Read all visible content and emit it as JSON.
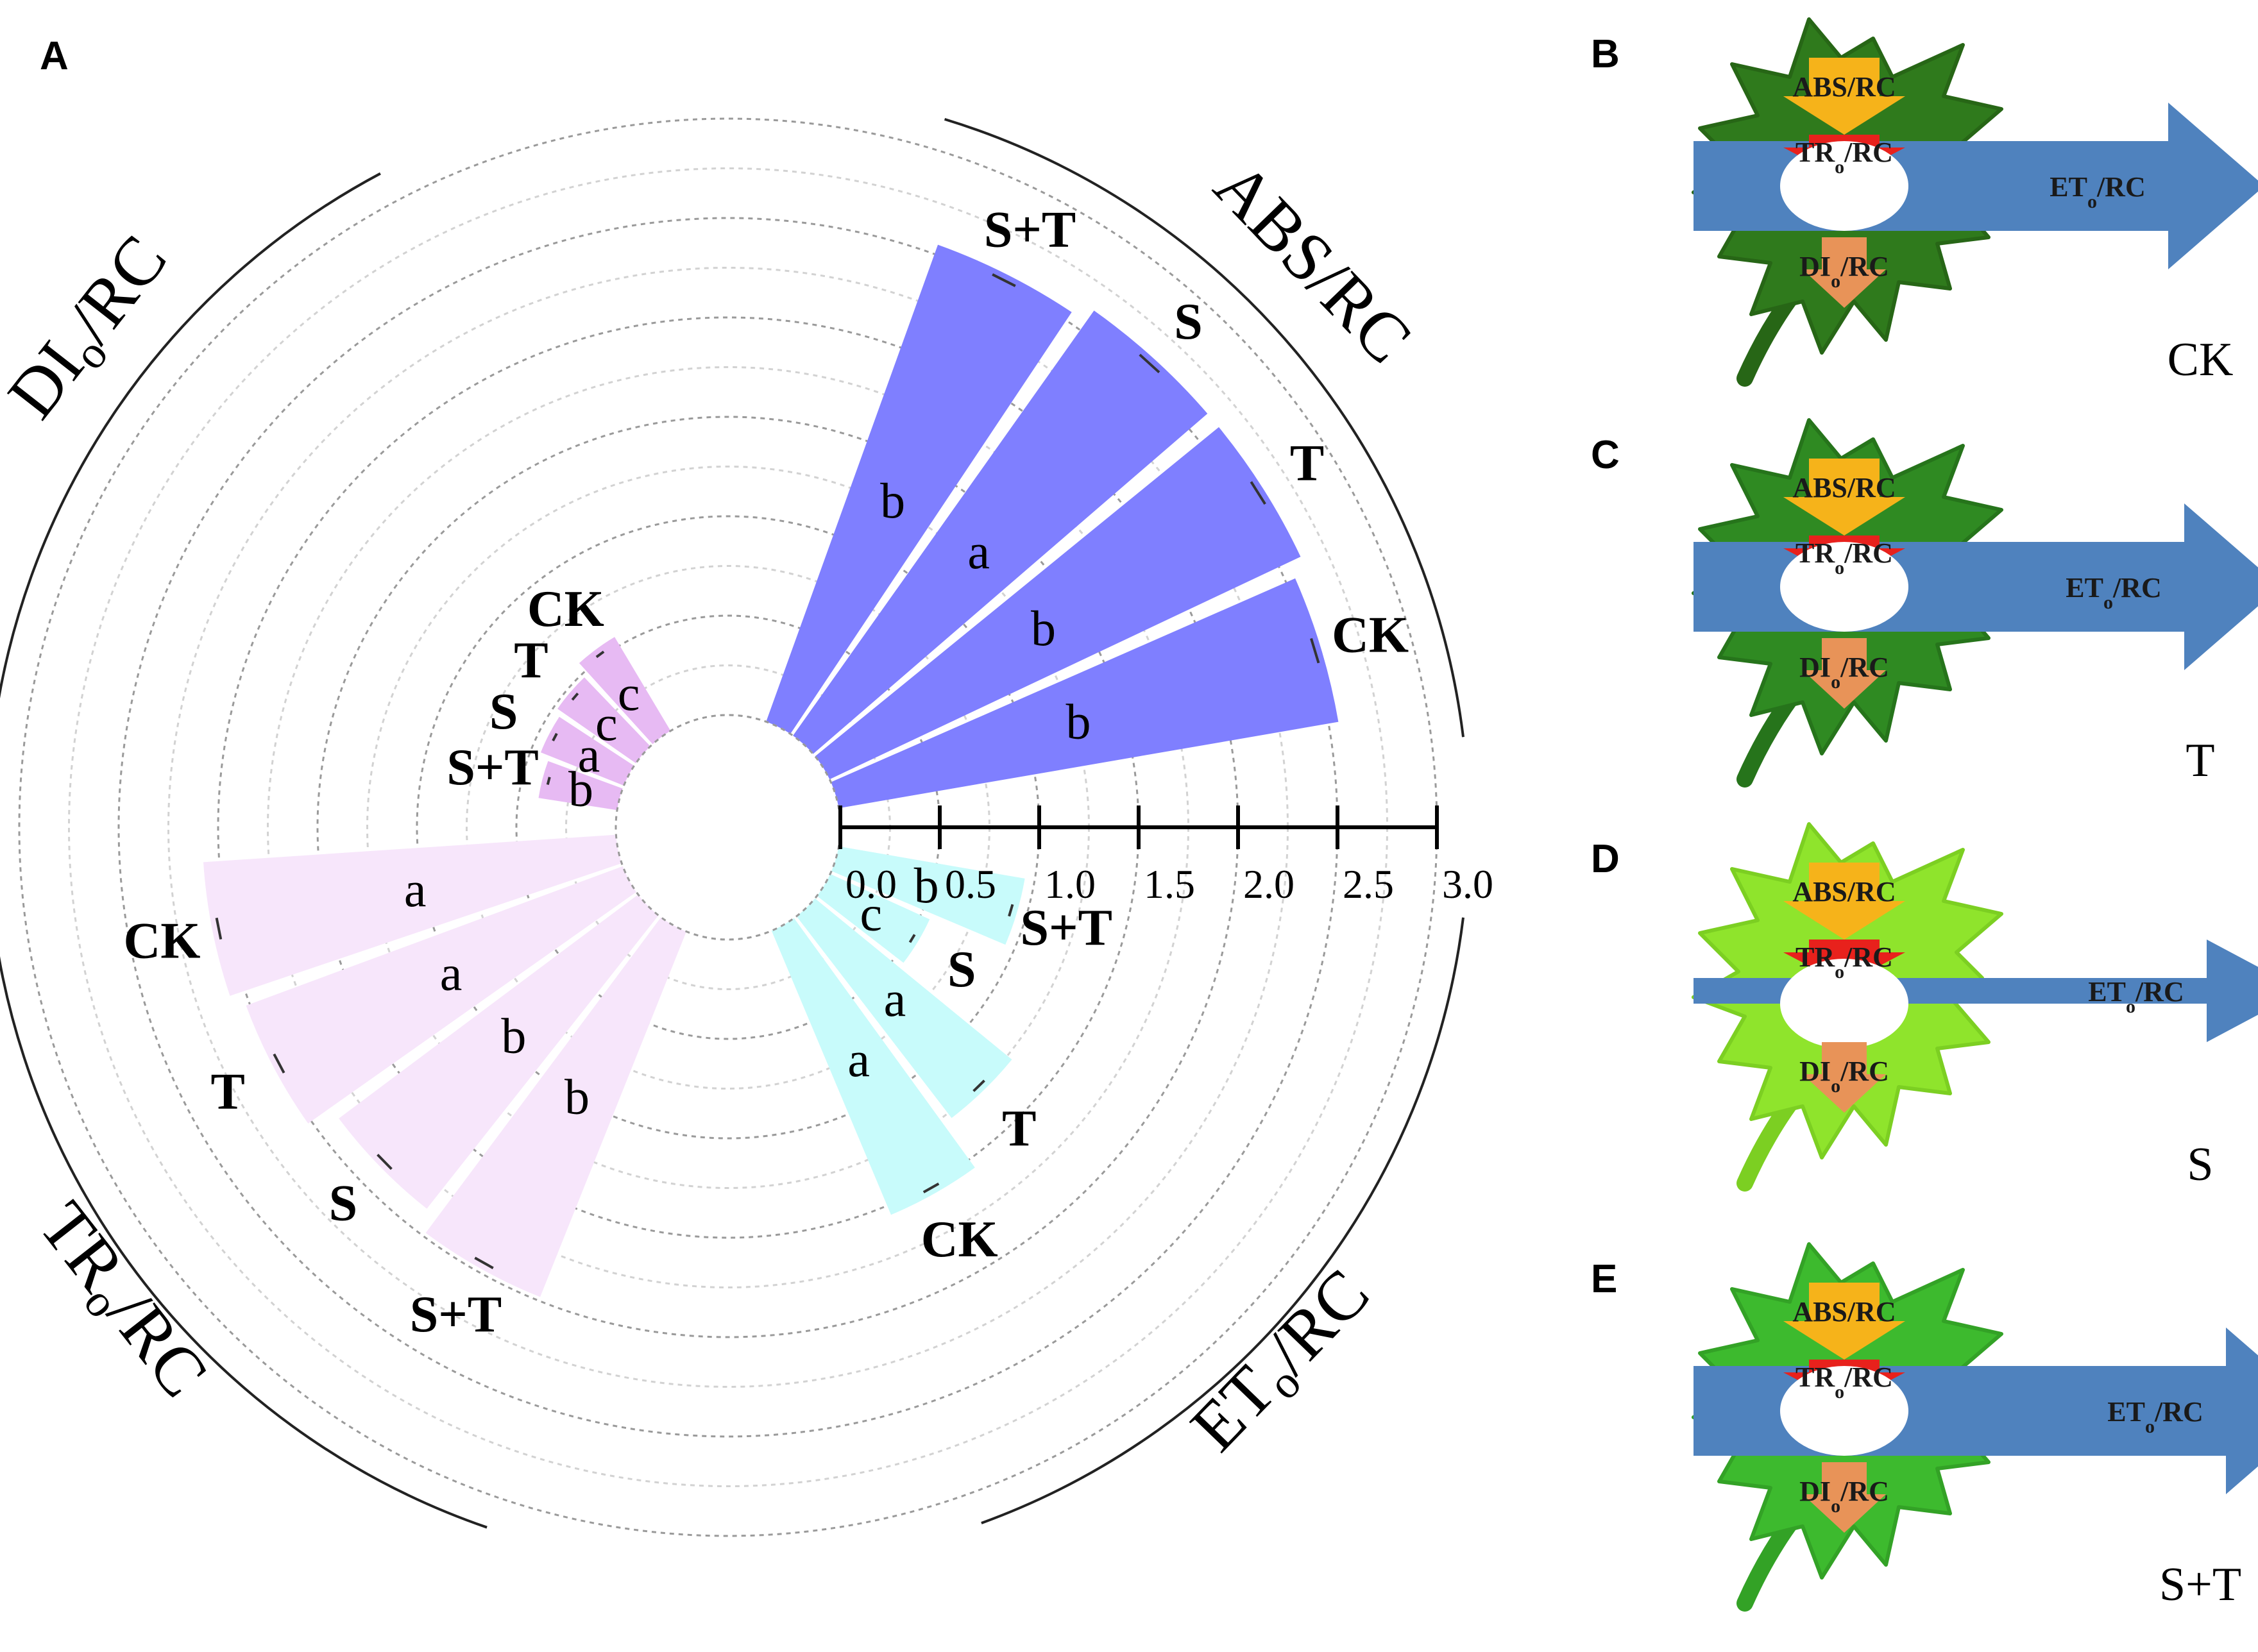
{
  "panels": {
    "a": "A",
    "b": "B",
    "c": "C",
    "d": "D",
    "e": "E"
  },
  "chart_data": {
    "type": "bar",
    "polar": true,
    "title": "",
    "axis_ticks": [
      "0.0",
      "0.5",
      "1.0",
      "1.5",
      "2.0",
      "2.5",
      "3.0"
    ],
    "ylim": [
      0,
      3.0
    ],
    "grid": true,
    "groups": [
      {
        "name_main": "ABS",
        "name_sub": "",
        "name_tail": "/RC",
        "color": "#7f7fff",
        "categories": [
          "CK",
          "T",
          "S",
          "S+T"
        ],
        "values": [
          2.55,
          2.62,
          2.62,
          2.55
        ],
        "letters": [
          "b",
          "b",
          "a",
          "b"
        ]
      },
      {
        "name_main": "ET",
        "name_sub": "o",
        "name_tail": "/RC",
        "color": "#c8fbfb",
        "categories": [
          "S+T",
          "S",
          "T",
          "CK"
        ],
        "values": [
          0.95,
          0.55,
          1.28,
          1.55
        ],
        "letters": [
          "b",
          "c",
          "a",
          "a"
        ]
      },
      {
        "name_main": "TR",
        "name_sub": "o",
        "name_tail": "/RC",
        "color": "#f7e6fb",
        "categories": [
          "S+T",
          "S",
          "T",
          "CK"
        ],
        "values": [
          1.98,
          1.88,
          2.02,
          2.08
        ],
        "letters": [
          "b",
          "b",
          "a",
          "a"
        ]
      },
      {
        "name_main": "DI",
        "name_sub": "o",
        "name_tail": "/RC",
        "color": "#e7baf3",
        "categories": [
          "S+T",
          "S",
          "T",
          "CK"
        ],
        "values": [
          0.4,
          0.45,
          0.48,
          0.55
        ],
        "letters": [
          "b",
          "a",
          "c",
          "c"
        ]
      }
    ]
  },
  "leaf_panels": [
    {
      "letter": "B",
      "condition": "CK",
      "leaf_color": "#2f7a1c",
      "leaf_dark": "#276616"
    },
    {
      "letter": "C",
      "condition": "T",
      "leaf_color": "#2f8a22",
      "leaf_dark": "#26741b"
    },
    {
      "letter": "D",
      "condition": "S",
      "leaf_color": "#8fe42c",
      "leaf_dark": "#7ccf22"
    },
    {
      "letter": "E",
      "condition": "S+T",
      "leaf_color": "#3dba2e",
      "leaf_dark": "#33a226"
    }
  ],
  "flux_labels": {
    "abs": "ABS/RC",
    "tr_main": "TR",
    "tr_tail": "/RC",
    "et_main": "ET",
    "et_tail": "/RC",
    "di_main": "DI",
    "di_tail": "/RC",
    "sub": "o"
  },
  "colors": {
    "abs_arrow": "#f6b31a",
    "tr_arrow": "#e8211c",
    "et_arrow": "#4f82be",
    "di_arrow": "#e89358"
  }
}
